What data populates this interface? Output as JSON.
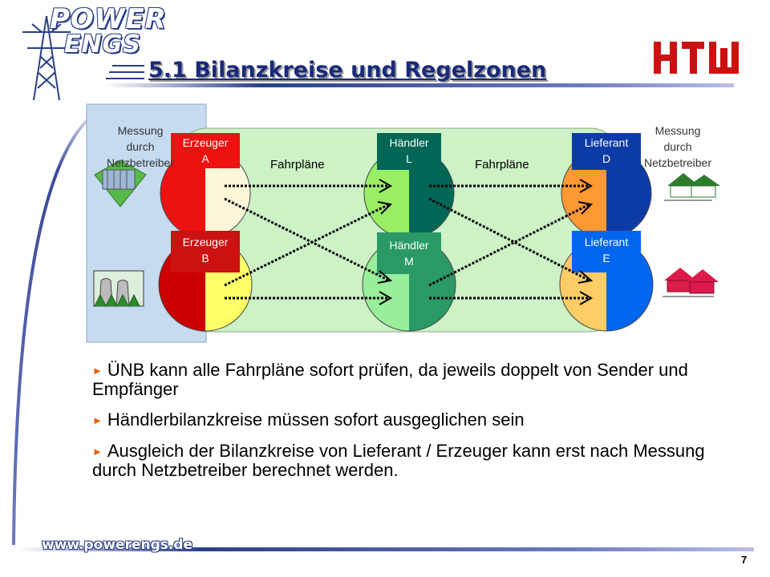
{
  "logo": {
    "line1": "POWER",
    "line2": "ENGS"
  },
  "title": "5.1 Bilanzkreise und Regelzonen",
  "htw_logo": "HTW",
  "footer": {
    "url": "www.powerengs.de",
    "page_number": "7"
  },
  "diagram": {
    "measurement_left": [
      "Messung",
      "durch",
      "Netzbetreiber"
    ],
    "measurement_right": [
      "Messung",
      "durch",
      "Netzbetreiber"
    ],
    "schedules_label_left": "Fahrpläne",
    "schedules_label_right": "Fahrpläne",
    "nodes": {
      "erzeuger_a": [
        "Erzeuger",
        "A"
      ],
      "erzeuger_b": [
        "Erzeuger",
        "B"
      ],
      "haendler_l": [
        "Händler",
        "L"
      ],
      "haendler_m": [
        "Händler",
        "M"
      ],
      "lieferant_d": [
        "Lieferant",
        "D"
      ],
      "lieferant_e": [
        "Lieferant",
        "E"
      ]
    },
    "colors": {
      "zone": "#ccf2c6",
      "measurement_panel": "#c6dbf0",
      "erzeuger_a": "#ee1111",
      "erzeuger_b": "#cc0000",
      "haendler_l": "#006655",
      "haendler_m": "#2a9966",
      "lieferant_d": "#0d3ba6",
      "lieferant_e": "#0066ee"
    }
  },
  "bullets": [
    "ÜNB kann alle Fahrpläne sofort prüfen, da jeweils doppelt von Sender und Empfänger",
    "Händlerbilanzkreise müssen sofort ausgeglichen sein",
    "Ausgleich der Bilanzkreise von Lieferant / Erzeuger kann erst nach Messung durch Netzbetreiber berechnet werden."
  ]
}
